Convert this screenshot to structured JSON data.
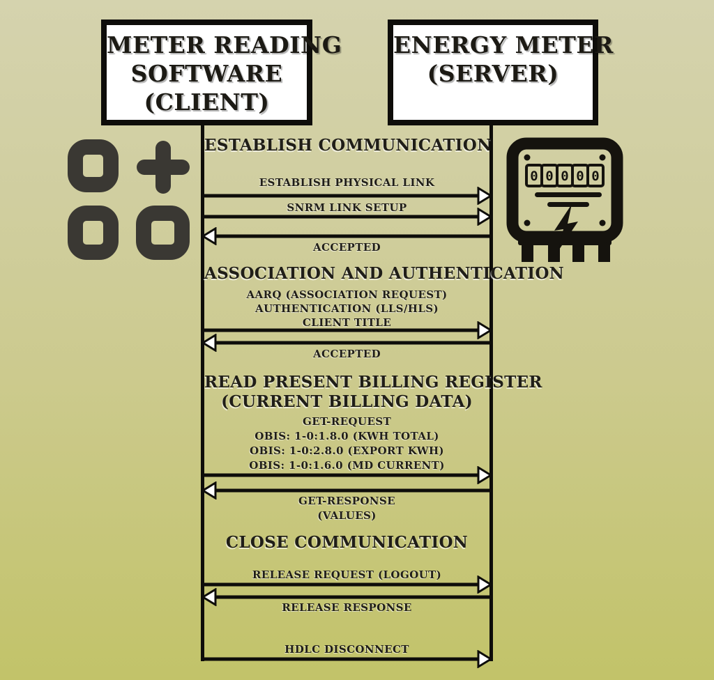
{
  "actors": {
    "client": {
      "lines": [
        "METER READING",
        "SOFTWARE",
        "(CLIENT)"
      ]
    },
    "server": {
      "lines": [
        "ENERGY METER",
        "(SERVER)"
      ]
    }
  },
  "meter": {
    "digits": [
      "0",
      "0",
      "0",
      "0",
      "0"
    ]
  },
  "sections": [
    {
      "title_lines": [
        "ESTABLISH COMMUNICATION"
      ],
      "messages": [
        {
          "direction": "right",
          "lines": [
            "ESTABLISH PHYSICAL LINK"
          ]
        },
        {
          "direction": "right",
          "lines": [
            "SNRM LINK SETUP"
          ]
        },
        {
          "direction": "left",
          "lines": [
            "ACCEPTED"
          ]
        }
      ]
    },
    {
      "title_lines": [
        "ASSOCIATION AND AUTHENTICATION"
      ],
      "messages": [
        {
          "direction": "right",
          "lines": [
            "AARQ (ASSOCIATION REQUEST)",
            "AUTHENTICATION (LLS/HLS)",
            "CLIENT TITLE"
          ]
        },
        {
          "direction": "left",
          "lines": [
            "ACCEPTED"
          ]
        }
      ]
    },
    {
      "title_lines": [
        "READ PRESENT BILLING REGISTER",
        "(CURRENT BILLING DATA)"
      ],
      "messages": [
        {
          "direction": "right",
          "lines": [
            "GET-REQUEST",
            "OBIS: 1-0:1.8.0 (KWH TOTAL)",
            "OBIS: 1-0:2.8.0 (EXPORT KWH)",
            "OBIS: 1-0:1.6.0 (MD CURRENT)"
          ]
        },
        {
          "direction": "left",
          "lines": [
            "GET-RESPONSE",
            "(VALUES)"
          ]
        }
      ]
    },
    {
      "title_lines": [
        "CLOSE COMMUNICATION"
      ],
      "messages": [
        {
          "direction": "right",
          "lines": [
            "RELEASE REQUEST (LOGOUT)"
          ]
        },
        {
          "direction": "left",
          "lines": [
            "RELEASE RESPONSE"
          ]
        },
        {
          "direction": "right",
          "lines": [
            "HDLC DISCONNECT"
          ]
        }
      ]
    }
  ],
  "colors": {
    "background_top": "#d5d3ae",
    "background_middle": "#ccca8e",
    "background_bottom": "#c2c369",
    "line": "#0e0d0a",
    "box_fill": "#ffffff",
    "text": "#201e18",
    "client_icon": "#3a3833",
    "meter_icon": "#15130e"
  }
}
